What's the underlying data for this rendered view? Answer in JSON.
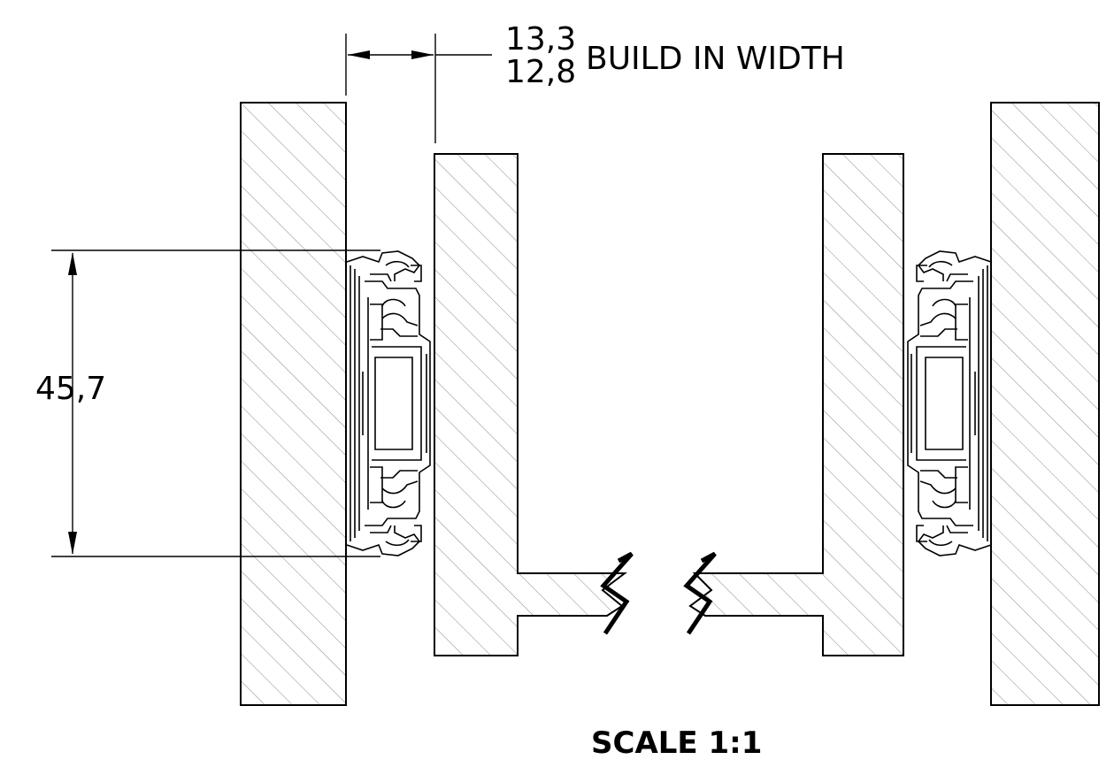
{
  "annotations": {
    "build_width_upper": "13,3",
    "build_width_lower": "12,8",
    "build_width_label": "BUILD IN WIDTH",
    "slide_height": "45,7",
    "scale": "SCALE 1:1"
  },
  "colors": {
    "line": "#000000",
    "hatch": "#8a8a8a",
    "background": "#ffffff"
  }
}
